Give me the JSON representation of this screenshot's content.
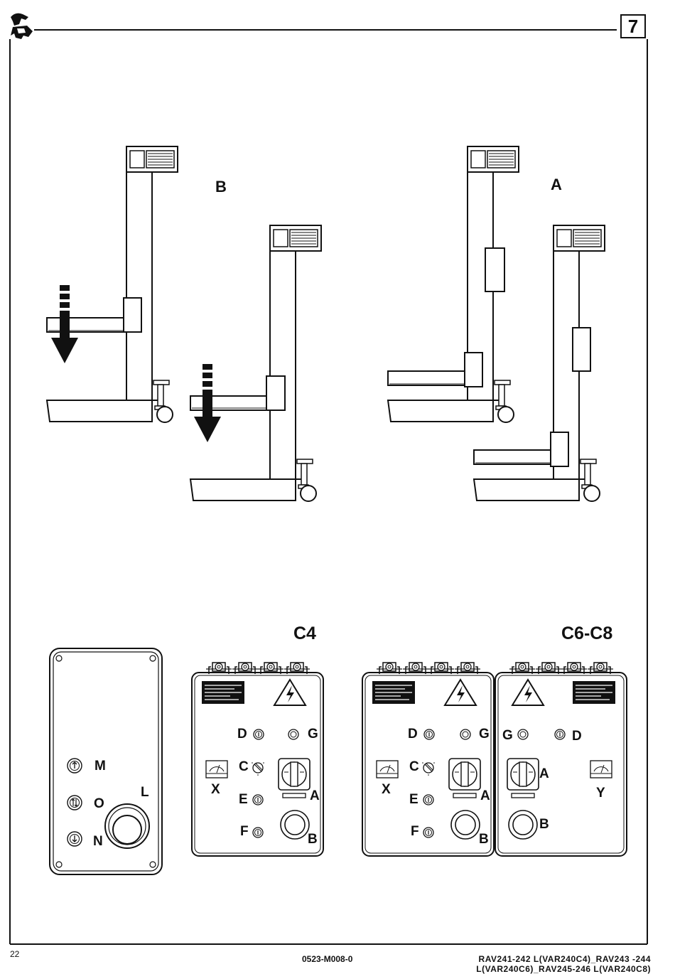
{
  "header": {
    "page_number": "7",
    "logo_icon": "brand-logo-icon"
  },
  "figure_top": {
    "label_b": "B",
    "label_a": "A"
  },
  "figure_bottom": {
    "heading_c4": "C4",
    "heading_c6c8": "C6-C8",
    "remote": {
      "m": "M",
      "o": "O",
      "n": "N",
      "l": "L"
    },
    "panel_c4": {
      "d": "D",
      "g": "G",
      "c": "C",
      "x": "X",
      "e": "E",
      "a": "A",
      "f": "F",
      "b": "B"
    },
    "panel_c6c8_left": {
      "d": "D",
      "g": "G",
      "c": "C",
      "x": "X",
      "e": "E",
      "a": "A",
      "f": "F",
      "b": "B"
    },
    "panel_c6c8_right": {
      "g": "G",
      "d": "D",
      "a": "A",
      "y": "Y",
      "b": "B"
    }
  },
  "footer": {
    "page": "22",
    "doc_code": "0523-M008-0",
    "models_line1": "RAV241-242 L(VAR240C4)_RAV243 -244",
    "models_line2": "L(VAR240C6)_RAV245-246 L(VAR240C8)"
  }
}
